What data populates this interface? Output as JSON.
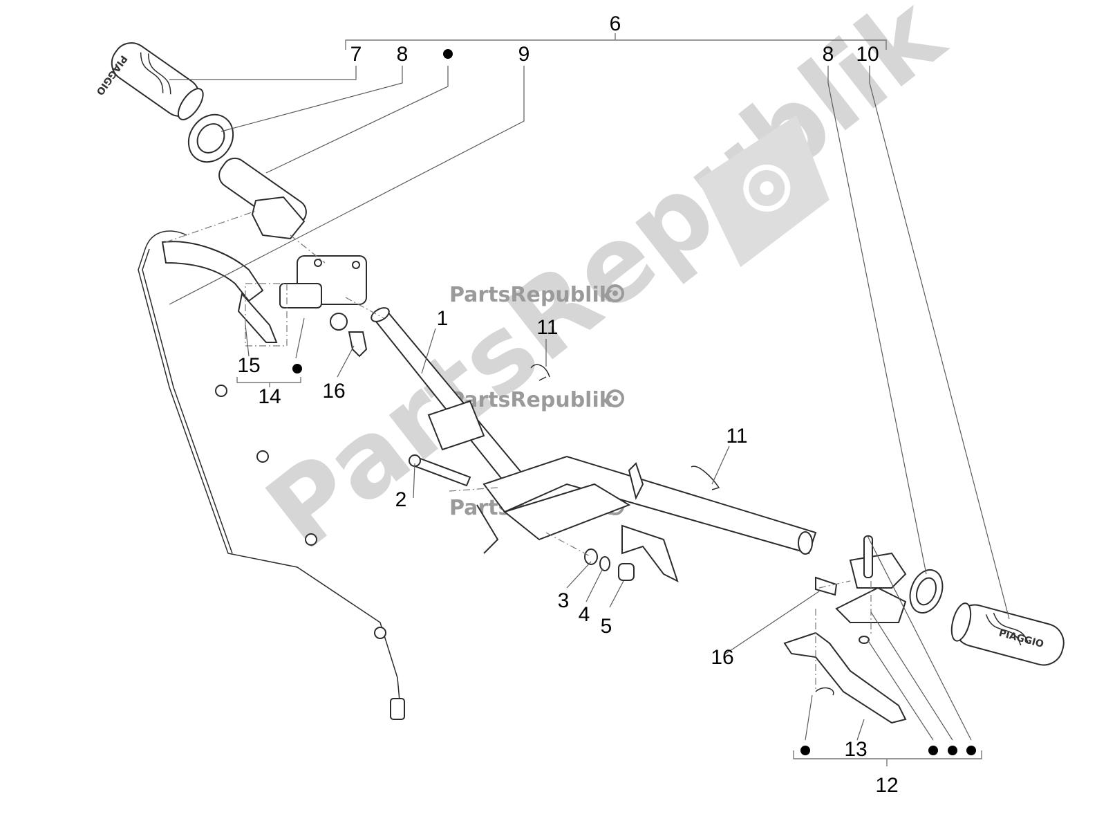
{
  "watermark": {
    "small_text": "PartsRepublik",
    "big_text": "PartsRepublik"
  },
  "grip_logo": "PIAGGIO",
  "callouts": {
    "n1": "1",
    "n2": "2",
    "n3": "3",
    "n4": "4",
    "n5": "5",
    "n6": "6",
    "n7": "7",
    "n8a": "8",
    "n8b": "8",
    "n9": "9",
    "n10": "10",
    "n11a": "11",
    "n11b": "11",
    "n12": "12",
    "n13": "13",
    "n14": "14",
    "n15": "15",
    "n16a": "16",
    "n16b": "16"
  },
  "colors": {
    "line": "#2b2b2b",
    "watermark": "#cfcfcf",
    "label": "#000000"
  }
}
